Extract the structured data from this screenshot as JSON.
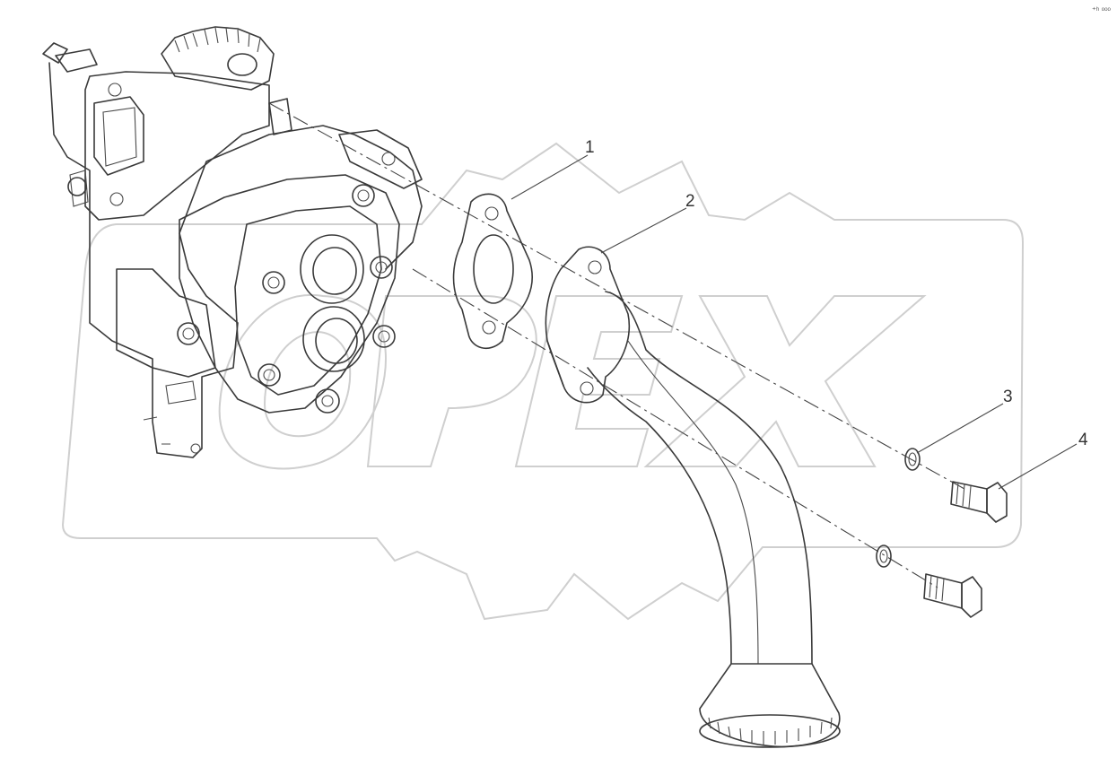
{
  "diagram": {
    "corner_mark": "⁺ʰ ᵒᵒᵒ",
    "callouts": [
      {
        "id": "1",
        "label": "1"
      },
      {
        "id": "2",
        "label": "2"
      },
      {
        "id": "3",
        "label": "3"
      },
      {
        "id": "4",
        "label": "4"
      }
    ],
    "watermark": {
      "logo_text": "OPEX"
    },
    "icons": [
      "oil-pump-icon",
      "gasket-icon",
      "suction-pipe-icon",
      "washer-icon",
      "bolt-icon",
      "watermark-logo-icon"
    ]
  }
}
